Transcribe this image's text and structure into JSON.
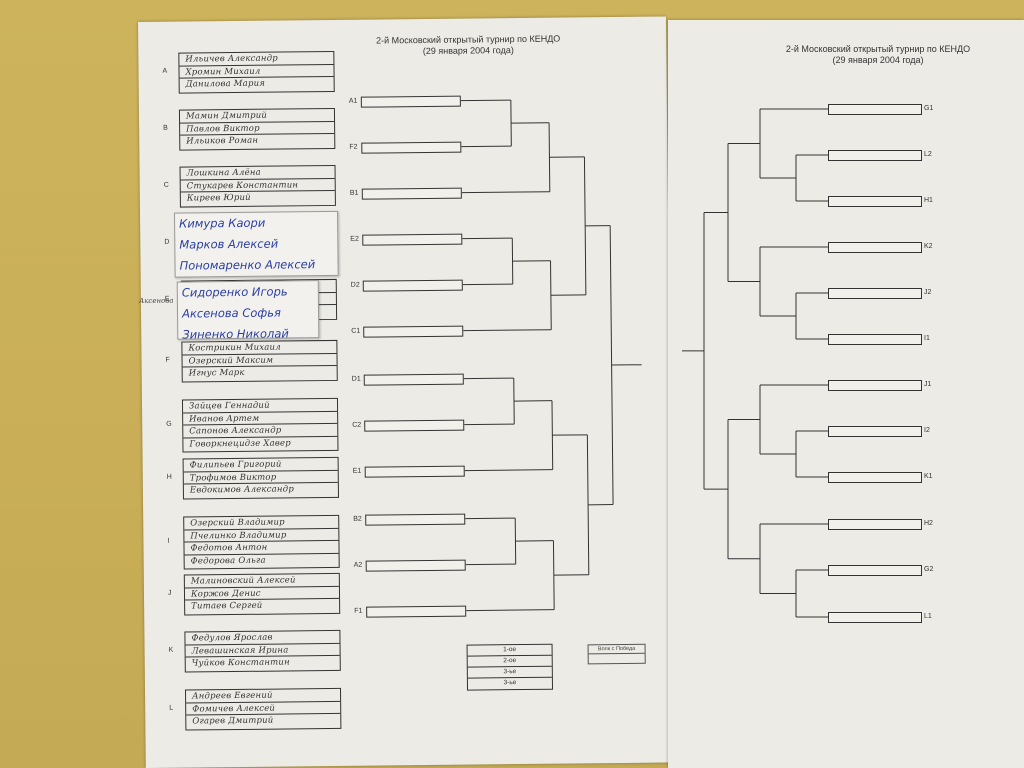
{
  "tournament_title_line1": "2-й Московский открытый турнир по КЕНДО",
  "tournament_title_line2": "(29 января 2004 года)",
  "groups": [
    {
      "letter": "A",
      "names": [
        "Ильичев Александр",
        "Хромин Михаил",
        "Данилова Мария"
      ]
    },
    {
      "letter": "B",
      "names": [
        "Мамин Дмитрий",
        "Павлов Виктор",
        "Ильиков Роман"
      ]
    },
    {
      "letter": "C",
      "names": [
        "Лошкина Алёна",
        "Стукарев Константин",
        "Киреев Юрий"
      ]
    },
    {
      "letter": "D",
      "names": [
        "Кимура Каори",
        "Марков Алексей",
        "Пономаренко Алексей"
      ]
    },
    {
      "letter": "E",
      "names": [
        "Сидоренко Игорь",
        "Аксенова Софья",
        "Зиненко Николай"
      ]
    },
    {
      "letter": "F",
      "names": [
        "Кострикин Михаил",
        "Озерский Максим",
        "Игнус Марк"
      ]
    },
    {
      "letter": "G",
      "names": [
        "Зайцев Геннадий",
        "Иванов Артем",
        "Сапонов Александр",
        "Говоркнецидзе Хавер"
      ]
    },
    {
      "letter": "H",
      "names": [
        "Филипьев Григорий",
        "Трофимов Виктор",
        "Евдокимов Александр"
      ]
    },
    {
      "letter": "I",
      "names": [
        "Озерский Владимир",
        "Пчелинко Владимир",
        "Федотов Антон",
        "Федорова Ольга"
      ]
    },
    {
      "letter": "J",
      "names": [
        "Малиновский Алексей",
        "Коржов Денис",
        "Титаев Сергей"
      ]
    },
    {
      "letter": "K",
      "names": [
        "Федулов Ярослав",
        "Левашинская Ирина",
        "Чуйков Константин"
      ]
    },
    {
      "letter": "L",
      "names": [
        "Андреев Евгений",
        "Фомичев Алексей",
        "Огарев Дмитрий"
      ]
    }
  ],
  "margin_note": "Аксенова",
  "left_slots": [
    "A1",
    "F2",
    "B1",
    "E2",
    "D2",
    "C1",
    "D1",
    "C2",
    "E1",
    "B2",
    "A2",
    "F1"
  ],
  "right_slots": [
    "G1",
    "L2",
    "H1",
    "K2",
    "J2",
    "I1",
    "J1",
    "I2",
    "K1",
    "H2",
    "G2",
    "L1"
  ],
  "results": [
    "1-ое",
    "2-ое",
    "3-ье",
    "3-ье"
  ],
  "legend_text": "Волк с Победа"
}
